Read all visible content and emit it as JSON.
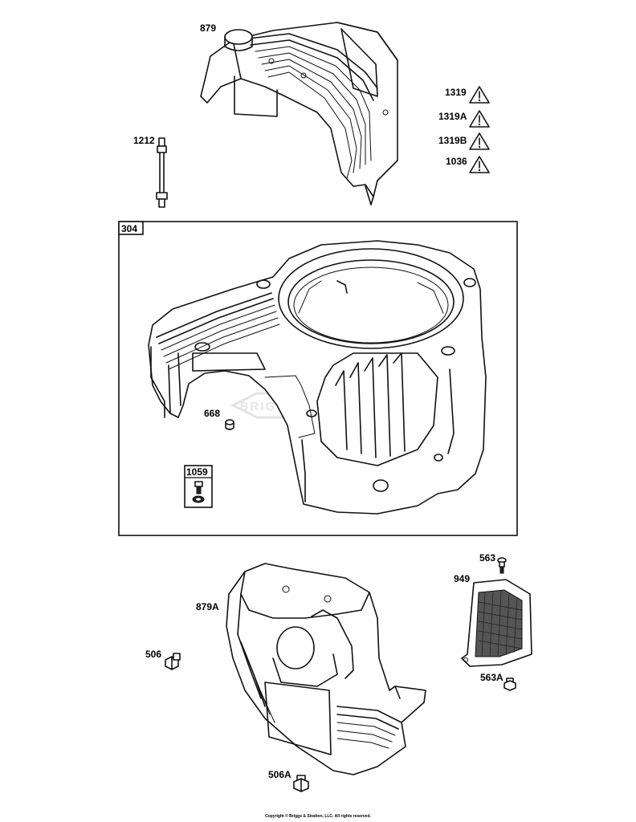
{
  "callouts": {
    "p879": "879",
    "p1212": "1212",
    "p1319": "1319",
    "p1319A": "1319A",
    "p1319B": "1319B",
    "p1036": "1036",
    "p304": "304",
    "p668": "668",
    "p1059": "1059",
    "p563": "563",
    "p949": "949",
    "p879A": "879A",
    "p506": "506",
    "p563A": "563A",
    "p506A": "506A"
  },
  "watermark": "BRIGGS & STRATTON",
  "copyright": "Copyright © Briggs & Stratton, LLC. All rights reserved.",
  "colors": {
    "line": "#111111",
    "background": "#ffffff",
    "watermark": "#e6e6e6"
  },
  "icons": [
    "warning-triangle-icon"
  ]
}
